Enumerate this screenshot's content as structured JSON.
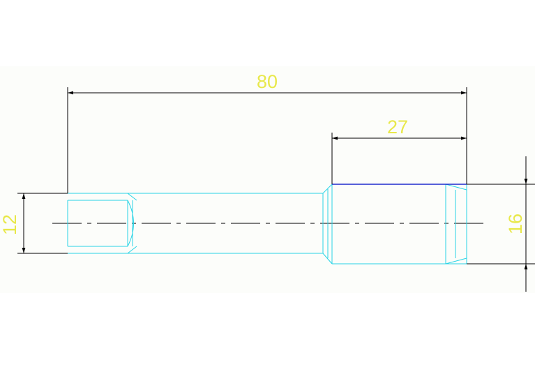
{
  "drawing": {
    "dimensions": {
      "overall_length": "80",
      "large_section_length": "27",
      "small_diameter": "12",
      "large_diameter": "16"
    },
    "colors": {
      "background": "#fcfdfa",
      "part_outline": "#27d4e6",
      "dimension_line": "#000000",
      "dimension_text": "#e8e84a",
      "edge_highlight": "#1f2bcc"
    }
  }
}
